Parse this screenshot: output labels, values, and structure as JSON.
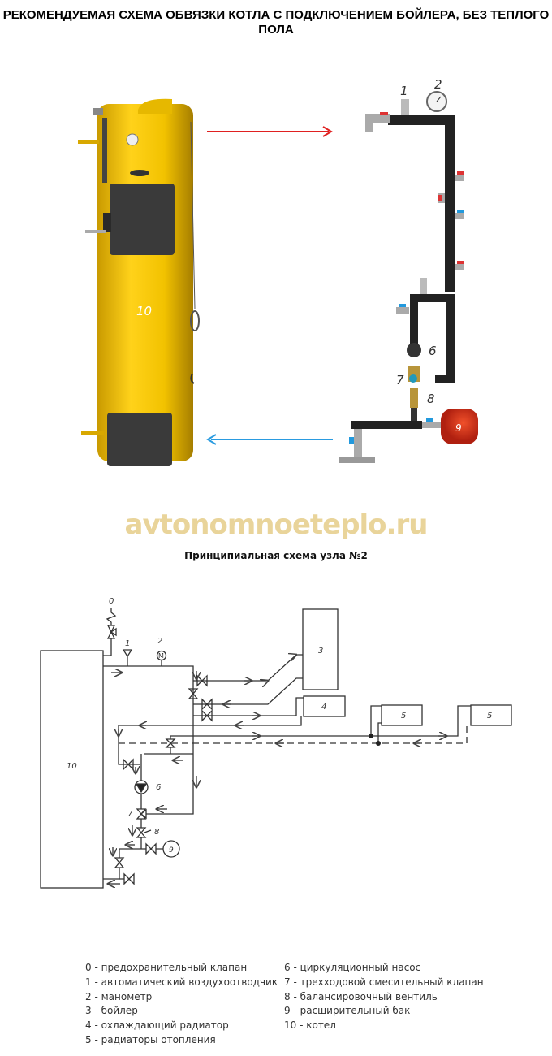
{
  "title": "РЕКОМЕНДУЕМАЯ СХЕМА ОБВЯЗКИ КОТЛА С ПОДКЛЮЧЕНИЕМ БОЙЛЕРА, БЕЗ ТЕПЛОГО ПОЛА",
  "watermark": "avtonomnoeteplo.ru",
  "subtitle": "Принципиальная схема узла №2",
  "photo_labels": {
    "boiler": "10",
    "air_vent": "1",
    "manometer": "2",
    "pump": "6",
    "mixing_valve": "7",
    "balancing_valve": "8",
    "expansion_tank": "9"
  },
  "schema_labels": {
    "l0": "0",
    "l1": "1",
    "l2": "2",
    "l3": "3",
    "l4": "4",
    "l5a": "5",
    "l5b": "5",
    "l6": "6",
    "l7": "7",
    "l8": "8",
    "l9": "9",
    "l10": "10",
    "manometer_symbol": "M"
  },
  "colors": {
    "supply_arrow": "#e02020",
    "return_arrow": "#2a9be0",
    "boiler_body": "#f2c200",
    "tank": "#d8321a"
  },
  "legend": {
    "left": [
      "0 - предохранительный клапан",
      "1 - автоматический воздухоотводчик",
      "2 - манометр",
      "3 - бойлер",
      "4 - охлаждающий радиатор",
      "5 - радиаторы отопления"
    ],
    "right": [
      "6 - циркуляционный насос",
      "7 - трехходовой смесительный клапан",
      "8 - балансировочный вентиль",
      "9 - расширительный бак",
      "10 - котел"
    ]
  }
}
